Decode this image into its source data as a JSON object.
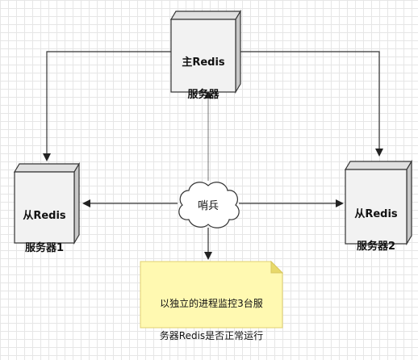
{
  "diagram": {
    "nodes": {
      "master": {
        "label_line1": "主Redis",
        "label_line2": "服务器"
      },
      "slave1": {
        "label_line1": "从Redis",
        "label_line2": "服务器1"
      },
      "slave2": {
        "label_line1": "从Redis",
        "label_line2": "服务器2"
      },
      "sentinel": {
        "label": "哨兵"
      }
    },
    "note": {
      "line1": "以独立的进程监控3台服",
      "line2": "务器Redis是否正常运行"
    },
    "colors": {
      "box_front": "#f2f2f2",
      "box_side": "#c8c8c8",
      "box_top": "#e0e0e0",
      "stroke": "#333333",
      "note_fill": "#fff9b1",
      "note_fold": "#e8d96a"
    }
  }
}
